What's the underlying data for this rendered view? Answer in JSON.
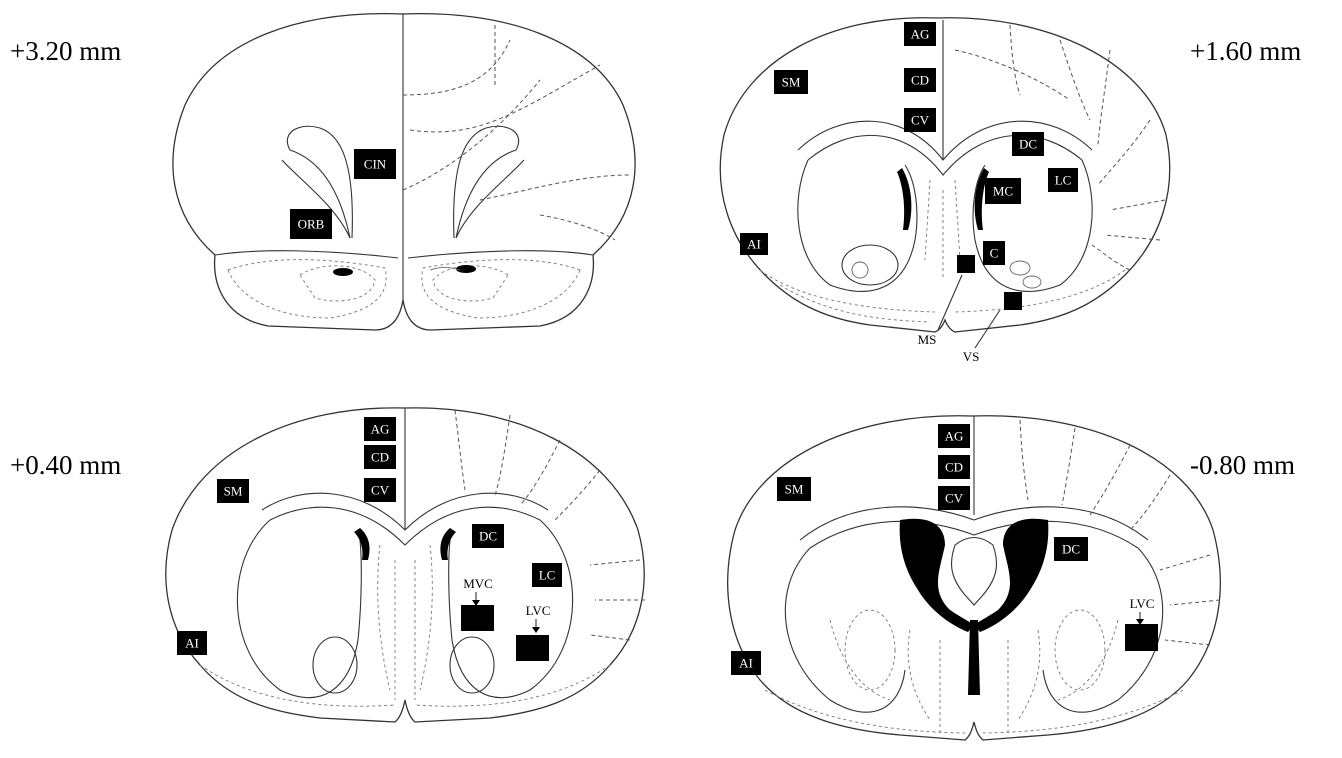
{
  "sections": [
    {
      "coordinate": "+3.20 mm",
      "labels": [
        "CIN",
        "ORB"
      ]
    },
    {
      "coordinate": "+1.60 mm",
      "labels": [
        "AG",
        "CD",
        "CV",
        "SM",
        "DC",
        "LC",
        "MC",
        "AI",
        "C"
      ],
      "pointer_labels": [
        "MS",
        "VS"
      ]
    },
    {
      "coordinate": "+0.40 mm",
      "labels": [
        "AG",
        "CD",
        "CV",
        "SM",
        "DC",
        "LC",
        "AI"
      ],
      "pointer_labels": [
        "MVC",
        "LVC"
      ]
    },
    {
      "coordinate": "-0.80 mm",
      "labels": [
        "AG",
        "CD",
        "CV",
        "SM",
        "DC",
        "AI"
      ],
      "pointer_labels": [
        "LVC"
      ]
    }
  ]
}
